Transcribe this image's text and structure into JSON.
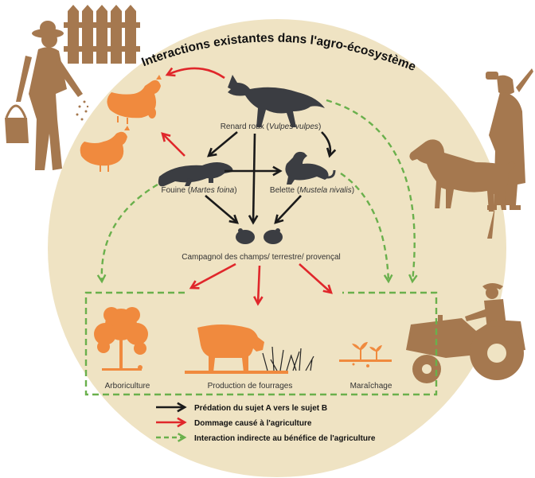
{
  "title": "Interactions existantes dans l'agro-écosystème",
  "nodes": {
    "fox": {
      "label": "Renard roux (",
      "latin": "Vulpes vulpes",
      "close": ")"
    },
    "marten": {
      "label": "Fouine (",
      "latin": "Martes foina",
      "close": ")"
    },
    "weasel": {
      "label": "Belette (",
      "latin": "Mustela nivalis",
      "close": ")"
    },
    "vole": {
      "label": "Campagnol des champs/ terrestre/ provençal"
    }
  },
  "agriculture": {
    "orchard": "Arboriculture",
    "fodder": "Production de fourrages",
    "market_garden": "Maraîchage"
  },
  "legend": {
    "predation": "Prédation du sujet A vers le sujet B",
    "damage": "Dommage causé à l'agriculture",
    "indirect": "Interaction indirecte au bénéfice de l'agriculture"
  },
  "colors": {
    "background_circle": "#efe3c3",
    "predation_arrow": "#1a1a1a",
    "damage_arrow": "#e0272b",
    "indirect_arrow": "#6ab04c",
    "farm_orange": "#f08a3e",
    "silhouette_brown": "#a5784f",
    "animal_grey": "#3b3d42"
  }
}
